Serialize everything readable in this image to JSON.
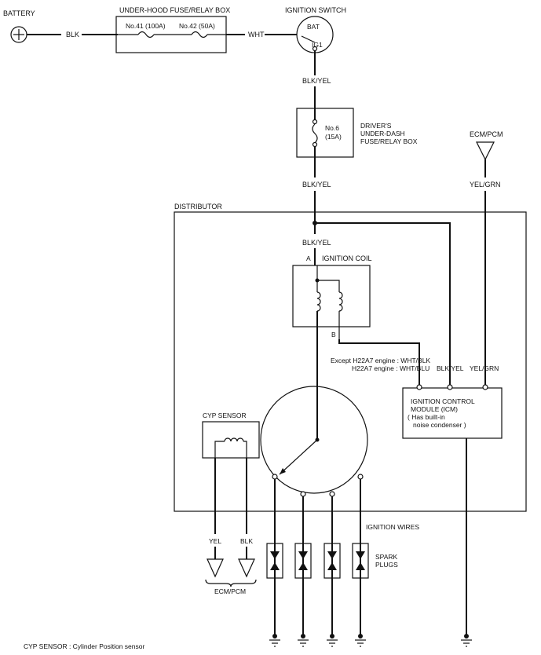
{
  "labels": {
    "battery": "BATTERY",
    "blk_battery_wire": "BLK",
    "underhood_box": "UNDER-HOOD FUSE/RELAY BOX",
    "fuse41": "No.41 (100A)",
    "fuse42": "No.42 (50A)",
    "wht_wire": "WHT",
    "ignition_switch": "IGNITION SWITCH",
    "bat_terminal": "BAT",
    "ig1_terminal": "IG1",
    "blk_yel_1": "BLK/YEL",
    "fuse6_line1": "No.6",
    "fuse6_line2": "(15A)",
    "driver_box_line1": "DRIVER'S",
    "driver_box_line2": "UNDER-DASH",
    "driver_box_line3": "FUSE/RELAY BOX",
    "blk_yel_2": "BLK/YEL",
    "ecm_pcm_top": "ECM/PCM",
    "yel_grn_top": "YEL/GRN",
    "distributor": "DISTRIBUTOR",
    "blk_yel_3": "BLK/YEL",
    "coil_terminal_a": "A",
    "ignition_coil": "IGNITION COIL",
    "coil_terminal_b": "B",
    "except_h22a7": "Except H22A7 engine :  WHT/BLK",
    "h22a7": "H22A7 engine :  WHT/BLU",
    "icm_blk_yel": "BLK/YEL",
    "icm_yel_grn": "YEL/GRN",
    "icm_line1": "IGNITION CONTROL",
    "icm_line2": "MODULE (ICM)",
    "icm_line3": "( Has built-in",
    "icm_line4": "noise condenser   )",
    "cyp_sensor": "CYP SENSOR",
    "ignition_wires": "IGNITION WIRES",
    "yel_bottom": "YEL",
    "blk_bottom": "BLK",
    "spark_plugs_line1": "SPARK",
    "spark_plugs_line2": "PLUGS",
    "ecm_pcm_bottom": "ECM/PCM",
    "footnote": "CYP SENSOR  : Cylinder Position sensor"
  },
  "colors": {
    "line": "#111111",
    "background": "#ffffff"
  }
}
